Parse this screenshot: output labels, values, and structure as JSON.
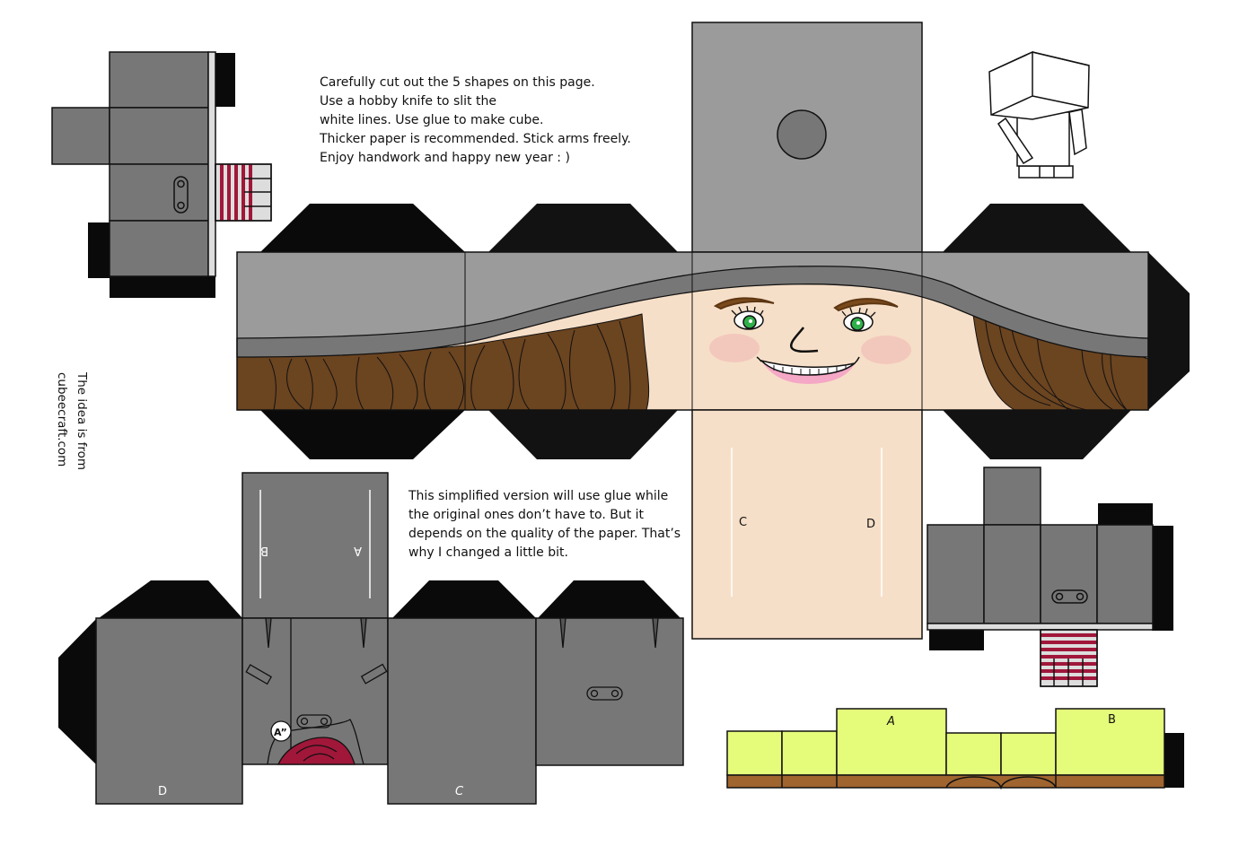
{
  "instructions": {
    "lines": [
      "Carefully cut out the 5 shapes on this page.",
      "Use a hobby knife to slit the",
      "white lines. Use glue to make cube.",
      "Thicker paper is recommended. Stick arms freely.",
      "Enjoy handwork and happy new year : )"
    ]
  },
  "note": {
    "lines": [
      "This simplified version will use glue while",
      "the original ones don’t have to. But it",
      "depends on the quality of the paper. That’s",
      "why I changed a little bit."
    ]
  },
  "credit": {
    "line1": "The idea is from",
    "line2": "cubeecraft.com"
  },
  "labels": {
    "body_slit_left": "B",
    "body_slit_right": "A",
    "body_face_left": "D",
    "body_face_right": "C",
    "neck_left": "C",
    "neck_right": "D",
    "base_a": "A",
    "base_b": "B",
    "badge": "A”"
  },
  "shapes": [
    {
      "id": "head",
      "name": "Head with hat"
    },
    {
      "id": "body",
      "name": "Body"
    },
    {
      "id": "left-arm",
      "name": "Left arm"
    },
    {
      "id": "right-arm",
      "name": "Right arm"
    },
    {
      "id": "base",
      "name": "Base / stand"
    }
  ],
  "colors": {
    "hat_light": "#9b9b9b",
    "hat_band": "#777777",
    "coat": "#777777",
    "skin": "#f6dfc8",
    "hair": "#6b4420",
    "tab": "#0a0a0a",
    "stripe_red": "#a0173a",
    "stripe_light": "#dddddd",
    "grass": "#e5fb7a",
    "soil": "#a0642e",
    "eye": "#2fb04a",
    "blush": "#f2b9b4",
    "lip": "#f5a8c6"
  }
}
